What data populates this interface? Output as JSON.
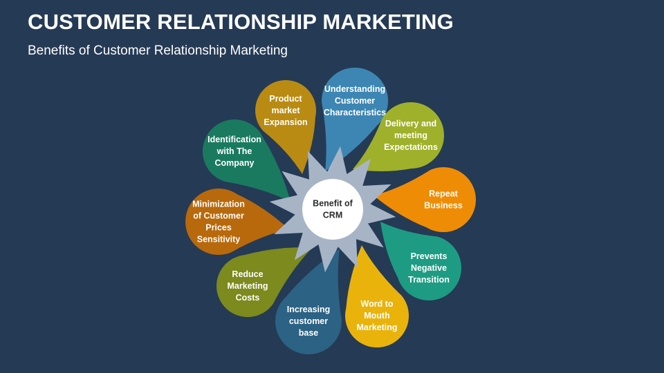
{
  "title": "CUSTOMER RELATIONSHIP MARKETING",
  "subtitle": "Benefits of Customer Relationship Marketing",
  "center": {
    "lines": [
      "Benefit of",
      "CRM"
    ]
  },
  "petals": [
    {
      "id": "product-market-expansion",
      "lines": [
        "Product",
        "market",
        "Expansion"
      ],
      "color": "#b98b12"
    },
    {
      "id": "understanding-customer-characteristics",
      "lines": [
        "Understanding",
        "Customer",
        "Characteristics"
      ],
      "color": "#3d86b3"
    },
    {
      "id": "delivery-meeting-expectations",
      "lines": [
        "Delivery and",
        "meeting",
        "Expectations"
      ],
      "color": "#9fb02a"
    },
    {
      "id": "repeat-business",
      "lines": [
        "Repeat",
        "Business"
      ],
      "color": "#ef8c06"
    },
    {
      "id": "prevents-negative-transition",
      "lines": [
        "Prevents",
        "Negative",
        "Transition"
      ],
      "color": "#1d9c83"
    },
    {
      "id": "word-to-mouth-marketing",
      "lines": [
        "Word to",
        "Mouth",
        "Marketing"
      ],
      "color": "#e9b30c"
    },
    {
      "id": "increasing-customer-base",
      "lines": [
        "Increasing",
        "customer",
        "base"
      ],
      "color": "#2c6283"
    },
    {
      "id": "reduce-marketing-costs",
      "lines": [
        "Reduce",
        "Marketing",
        "Costs"
      ],
      "color": "#7c8a1e"
    },
    {
      "id": "minimization-price-sensitivity",
      "lines": [
        "Minimization",
        "of Customer",
        "Prices",
        "Sensitivity"
      ],
      "color": "#b8690c"
    },
    {
      "id": "identification-with-company",
      "lines": [
        "Identification",
        "with The",
        "Company"
      ],
      "color": "#1a7a60"
    }
  ],
  "colors": {
    "background": "#253a55",
    "star": "#a7b4c6",
    "center_circle": "#ffffff"
  }
}
